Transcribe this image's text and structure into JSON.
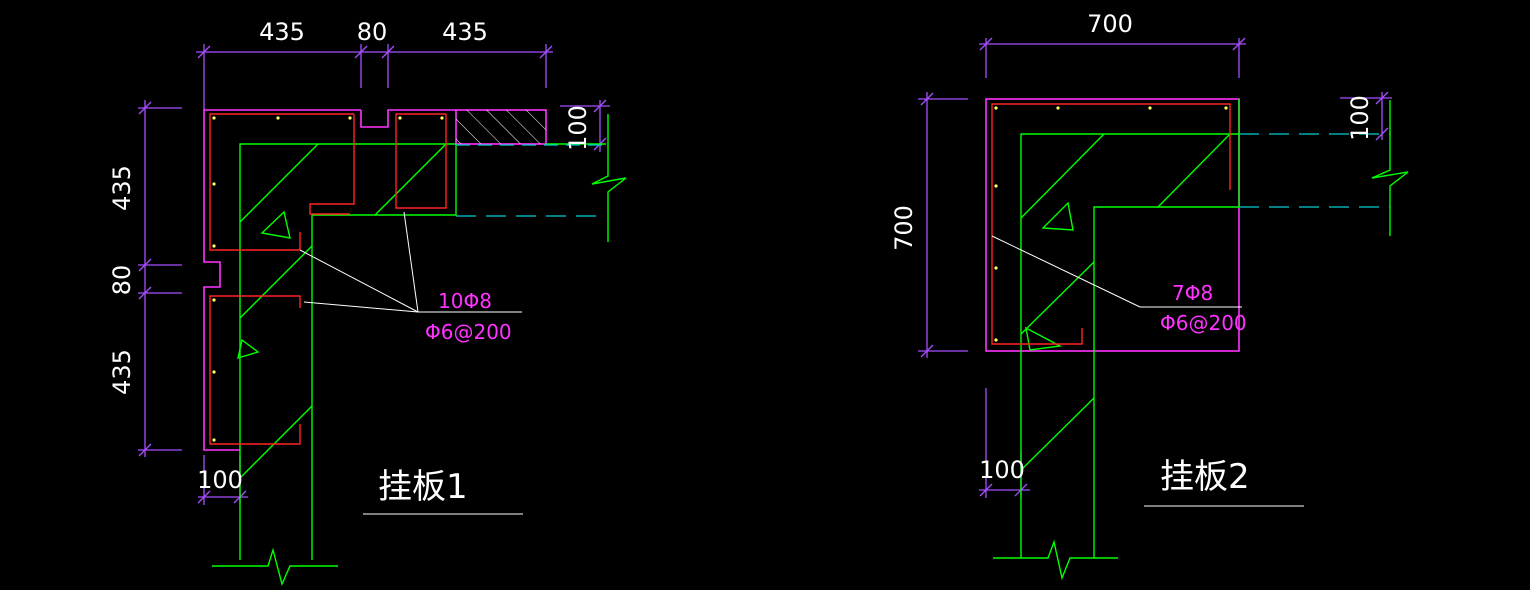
{
  "colors": {
    "background": "#000000",
    "dimension": "#a64dff",
    "concrete": "#00ff00",
    "panel_outline": "#ff33ff",
    "rebar": "#ff2222",
    "centerline": "#00cccc",
    "leader": "#ffffff",
    "callout": "#ff33ff",
    "hatch": "#ffffff"
  },
  "panel1": {
    "title": "挂板1",
    "dims": {
      "top_left": "435",
      "top_gap": "80",
      "top_right": "435",
      "side_top": "435",
      "side_gap": "80",
      "side_bottom": "435",
      "slab_thickness": "100",
      "wall_offset": "100"
    },
    "callout": {
      "main_rebar": "10Φ8",
      "stirrup": "Φ6@200"
    }
  },
  "panel2": {
    "title": "挂板2",
    "dims": {
      "top": "700",
      "side": "700",
      "slab_thickness": "100",
      "wall_offset": "100"
    },
    "callout": {
      "main_rebar": "7Φ8",
      "stirrup": "Φ6@200"
    }
  }
}
